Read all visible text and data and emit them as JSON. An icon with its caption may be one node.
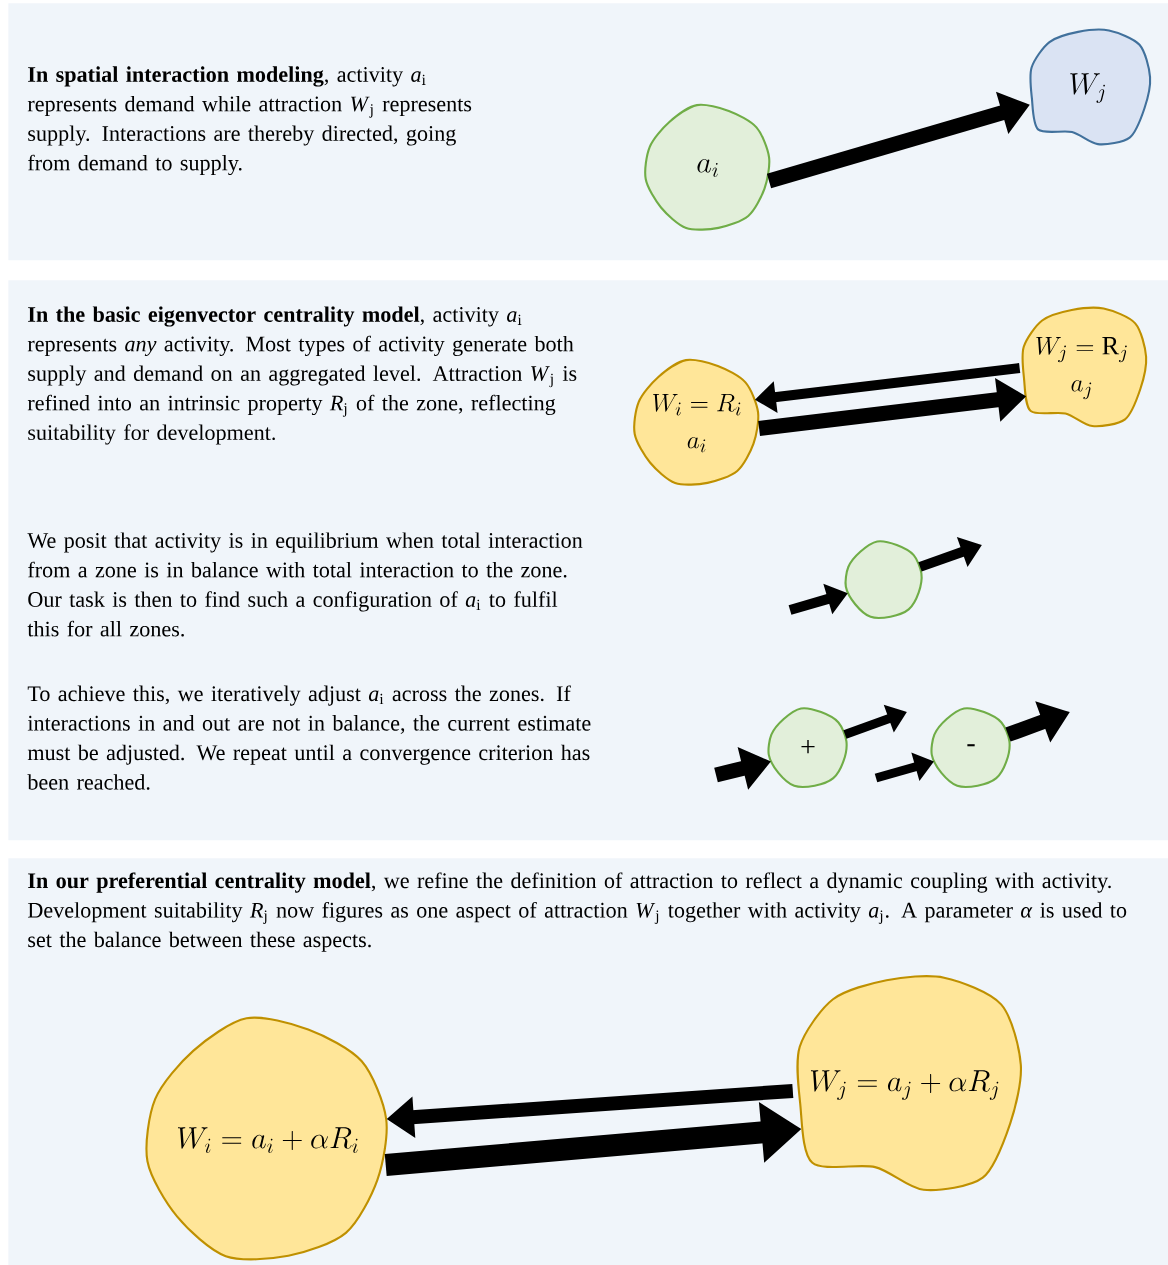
{
  "diagram": {
    "nodes": [
      {
        "text": [
          "**In spatial interaction modeling**, activity *a*$_{i}$ represents demand while attraction *W*$_{j}$ represents supply. Interactions are thereby directed, going from demand to supply."
        ]
      },
      {
        "text": [
          "a_{i}"
        ],
        "in": 0
      },
      {
        "text": [
          "W_{j}"
        ],
        "in": 0
      },
      {
        "text": [
          "**In the basic eigenvector centrality model**, activity *a*$_{i}$ represents *any* activity. Most types of activity generate both supply and demand on an aggregated level. Attraction *W*$_{j}$ is refined into an intrinsic property *R*$_{j}$ of the zone, reflecting suitability for development.",
          "We posit that activity is in equilibrium when total interaction from a zone is in balance with total interaction to the zone. Our task is then to find such a configuration of *a*$_{i}$ to fulfil this for all zones.",
          "To achieve this, we iteratively adjust *a*$_{i}$ across the zones. If interactions in and out are not in balance, the current estimate must be adjusted. We repeat until a convergence criterion has been reached."
        ]
      },
      {
        "text": [
          "W_{i} = R_{i}",
          "a_{i}"
        ],
        "in": 3
      },
      {
        "text": [
          "W_{j} = \\mathrm{R}_{j}",
          "a_{j}"
        ],
        "in": 3
      },
      {
        "text": [],
        "shape": "circle",
        "in": 3
      },
      {
        "text": [
          "+"
        ],
        "in": 3
      },
      {
        "text": [
          "-"
        ],
        "in": 3
      },
      {
        "text": [
          "**In our preferential centrality model**, we refine the definition of attraction to reflect a dynamic coupling with activity. Development suitability *R*$_{j}$ now figures as one aspect of attraction *W*$_{j}$ together with activity *a*$_{j}$. A parameter *α* is used to set the balance between these aspects."
        ]
      },
      {
        "text": [
          "W_{i} = a_{i} + \\alpha R_{i}"
        ],
        "in": 9
      },
      {
        "text": [
          "W_{j} = a_{j} + \\alpha R_{j}"
        ],
        "in": 9
      }
    ],
    "edges": [
      {
        "from": 1,
        "to": 2,
        "arrow": "to"
      },
      {
        "from": 5,
        "to": 4,
        "arrow": "to"
      },
      {
        "from": 4,
        "to": 5,
        "arrow": "to"
      },
      {
        "from": null,
        "to": 6,
        "arrow": "to"
      },
      {
        "from": 6,
        "to": null,
        "arrow": "to"
      },
      {
        "from": null,
        "to": 7,
        "arrow": "to"
      },
      {
        "from": 7,
        "to": null,
        "arrow": "to"
      },
      {
        "from": null,
        "to": 8,
        "arrow": "to"
      },
      {
        "from": 8,
        "to": null,
        "arrow": "to"
      },
      {
        "from": 11,
        "to": 10,
        "arrow": "to"
      },
      {
        "from": 10,
        "to": 11,
        "arrow": "to"
      }
    ]
  }
}
